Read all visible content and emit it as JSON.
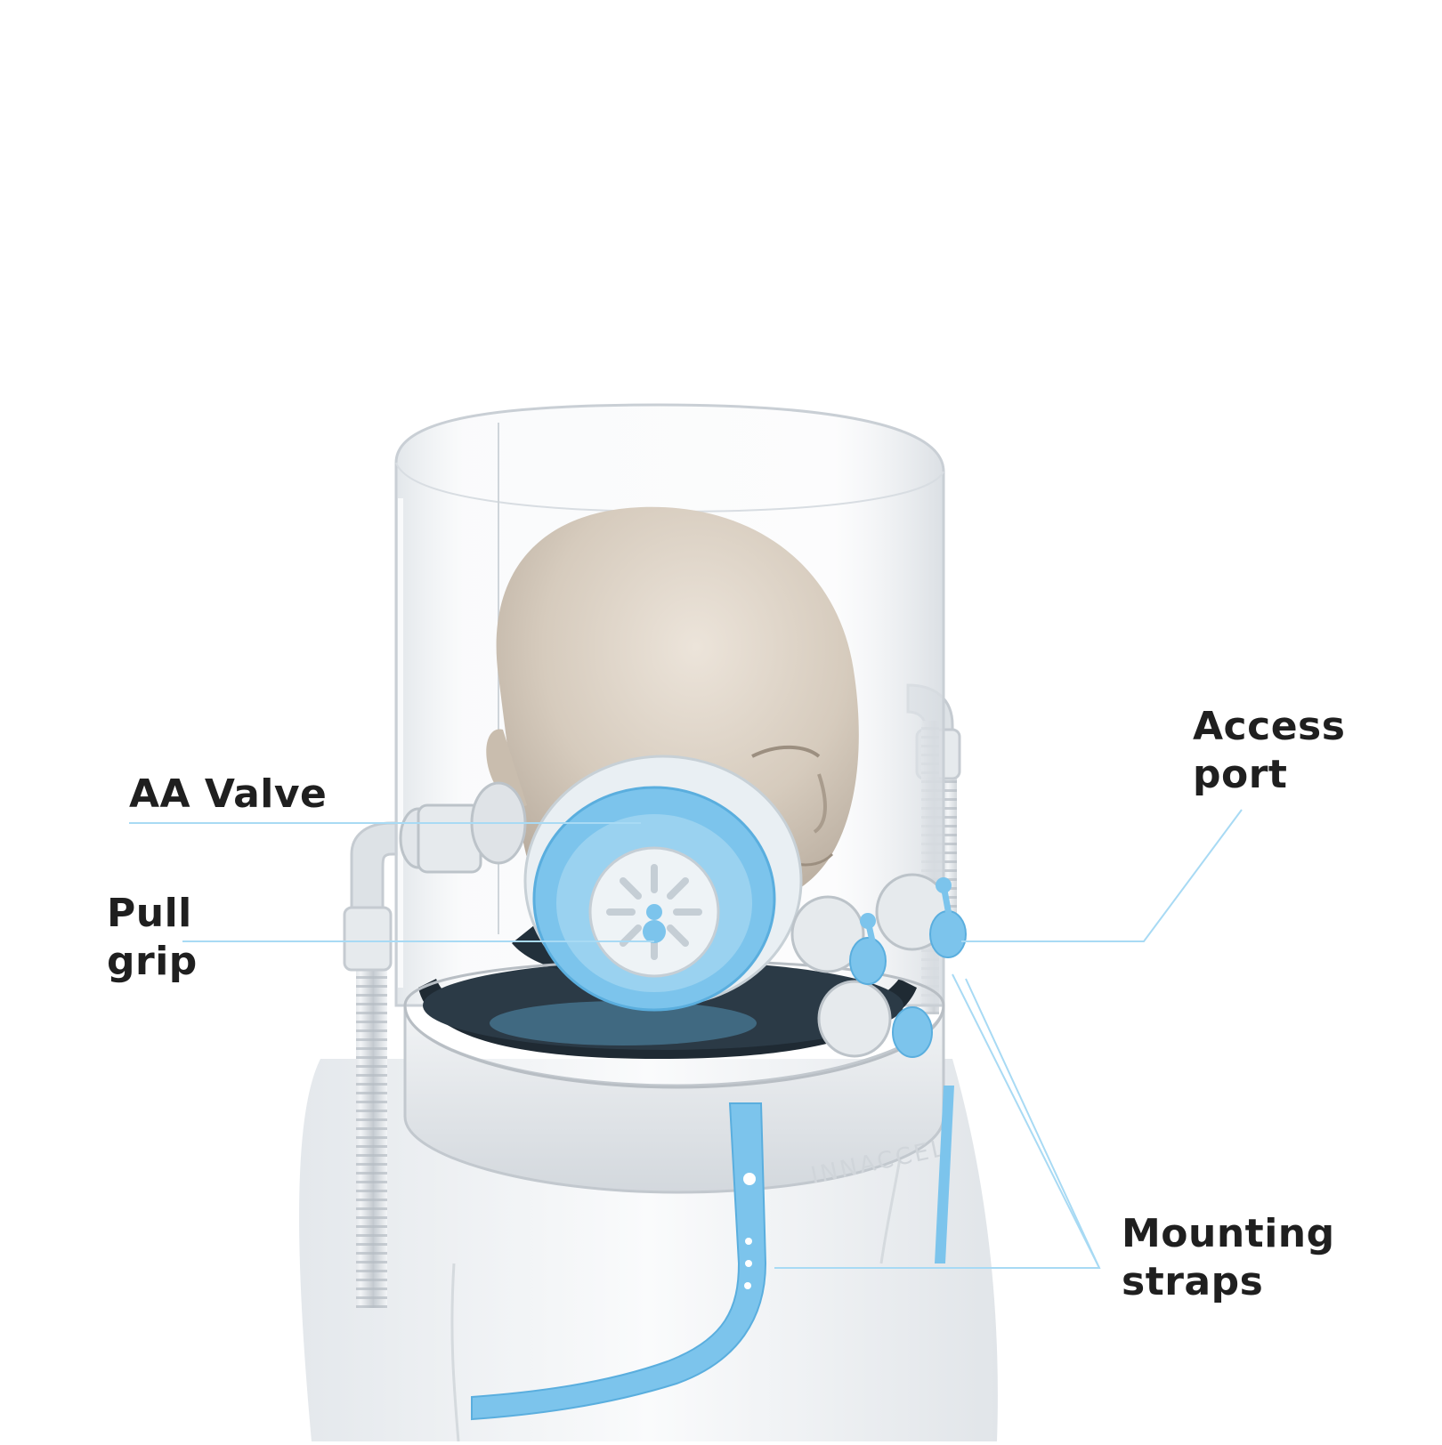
{
  "labels": {
    "aa_valve": "AA Valve",
    "pull_grip": {
      "line1": "Pull",
      "line2": "grip"
    },
    "access_port": {
      "line1": "Access",
      "line2": "port"
    },
    "mounting_straps": {
      "line1": "Mounting",
      "line2": "straps"
    }
  },
  "device": {
    "brand_emboss": "INNACCEL"
  },
  "colors": {
    "accent_blue": "#7cc4ec",
    "leader_line": "#a8daf4",
    "label_text": "#1f1f1f",
    "skin": "#d9cfc4",
    "plastic_white": "#eef0f2"
  }
}
